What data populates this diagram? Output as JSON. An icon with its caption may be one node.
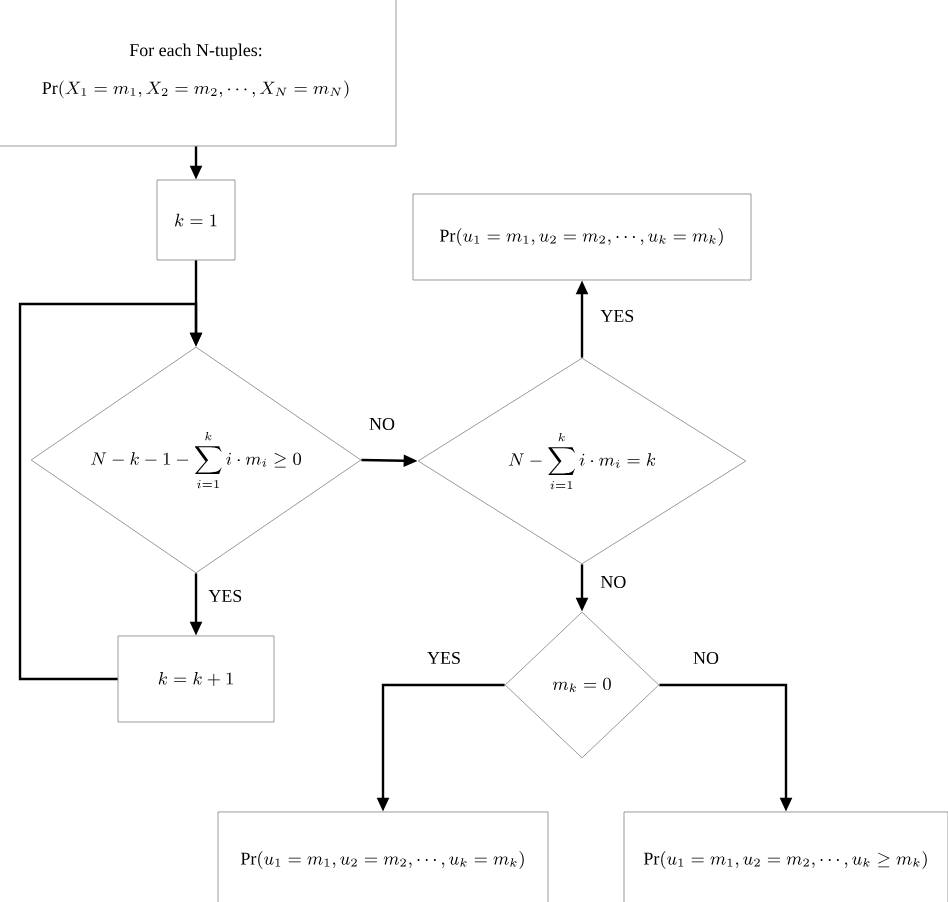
{
  "diagram": {
    "nodes": [
      {
        "text": [
          "For each N-tuples:",
          "\\Pr(X_1=m_1,X_2=m_2,\\cdots,X_N=m_N)"
        ]
      },
      {
        "text": [
          "k=1"
        ]
      },
      {
        "text": [
          "N-k-1-\\sum_{i=1}^{k} i\\cdot m_i \\ge 0"
        ]
      },
      {
        "text": [
          "k=k+1"
        ]
      },
      {
        "text": [
          "N-\\sum_{i=1}^{k} i\\cdot m_i = k"
        ]
      },
      {
        "text": [
          "\\Pr(u_1=m_1,u_2=m_2,\\cdots,u_k=m_k)"
        ]
      },
      {
        "text": [
          "m_k=0"
        ]
      },
      {
        "text": [
          "\\Pr(u_1=m_1,u_2=m_2,\\cdots,u_k=m_k)"
        ]
      },
      {
        "text": [
          "\\Pr(u_1=m_1,u_2=m_2,\\cdots,u_k\\ge m_k)"
        ]
      }
    ],
    "edges": [
      {
        "from": 0,
        "to": 1,
        "arrow": "to"
      },
      {
        "from": 1,
        "to": 2,
        "arrow": "to"
      },
      {
        "from": 2,
        "to": 3,
        "arrow": "to",
        "label": "YES"
      },
      {
        "from": 3,
        "to": 2,
        "arrow": "to"
      },
      {
        "from": 2,
        "to": 4,
        "arrow": "to",
        "label": "NO"
      },
      {
        "from": 4,
        "to": 5,
        "arrow": "to",
        "label": "YES"
      },
      {
        "from": 4,
        "to": 6,
        "arrow": "to",
        "label": "NO"
      },
      {
        "from": 6,
        "to": 7,
        "arrow": "to",
        "label": "YES"
      },
      {
        "from": 6,
        "to": 8,
        "arrow": "to",
        "label": "NO"
      }
    ]
  }
}
